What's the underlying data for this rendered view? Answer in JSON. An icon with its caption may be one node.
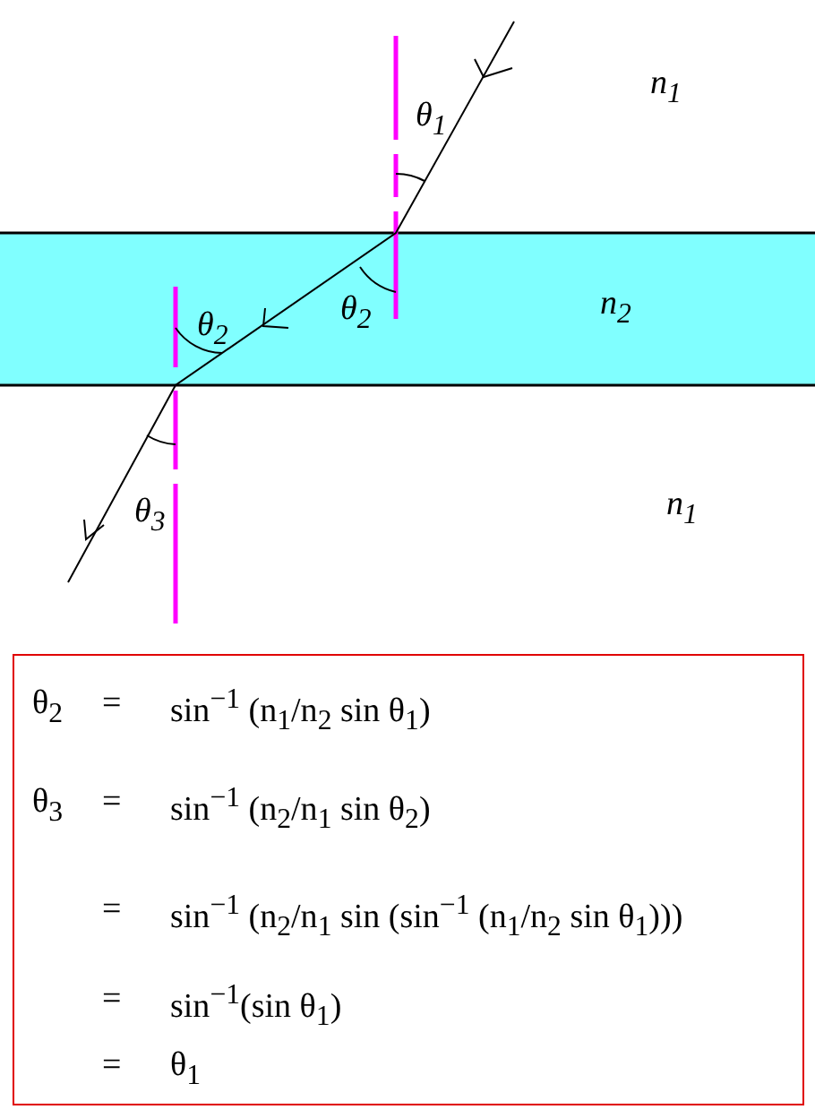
{
  "diagram": {
    "labels": [
      "θ$_{1}$",
      "n$_{1}$",
      "θ$_{2}$",
      "θ$_{2}$",
      "n$_{2}$",
      "θ$_{3}$",
      "n$_{1}$",
      "θ$_{2}$",
      "=",
      "sin$^{−1}$ (n$_{1}$/n$_{2}$ sin θ$_{1}$)",
      "θ$_{3}$",
      "=",
      "sin$^{−1}$ (n$_{2}$/n$_{1}$ sin θ$_{2}$)",
      "=",
      "sin$^{−1}$ (n$_{2}$/n$_{1}$ sin (sin$^{−1}$ (n$_{1}$/n$_{2}$ sin θ$_{1}$)))",
      "=",
      "sin$^{−1}$(sin θ$_{1}$)",
      "=",
      "θ$_{1}$"
    ]
  }
}
